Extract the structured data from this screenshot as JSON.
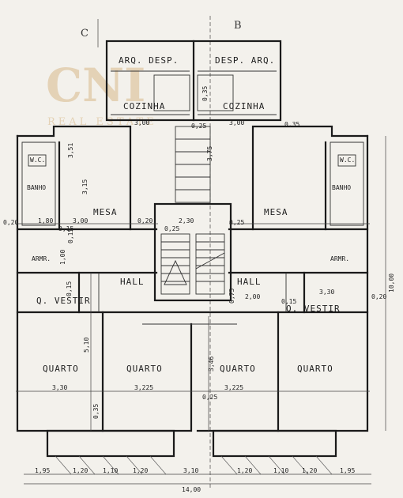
{
  "watermark": {
    "logo_text": "CNI",
    "subtitle": "REAL ESTATE"
  },
  "axis_labels": {
    "left": "C",
    "right": "B"
  },
  "rooms": {
    "serv_left": "ARQ. DESP.",
    "serv_right": "DESP. ARQ.",
    "cozinha_left": "COZINHA",
    "cozinha_right": "COZINHA",
    "wc_left": "W.C.",
    "wc_right": "W.C.",
    "banho_left": "BANHO",
    "banho_right": "BANHO",
    "mesa_left": "MESA",
    "mesa_right": "MESA",
    "armr_left": "ARMR.",
    "armr_right": "ARMR.",
    "hall_left": "HALL",
    "hall_right": "HALL",
    "vestir_left": "Q. VESTIR",
    "vestir_right": "Q. VESTIR",
    "quarto_1": "QUARTO",
    "quarto_2": "QUARTO",
    "quarto_3": "QUARTO",
    "quarto_4": "QUARTO"
  },
  "dimensions": {
    "d_300_a": "3,00",
    "d_300_b": "3,00",
    "d_300_c": "3,00",
    "d_025_a": "0,25",
    "d_035_a": "0,35",
    "d_035_b": "0,35",
    "d_351": "3,51",
    "d_375": "3,75",
    "d_315": "3,15",
    "d_180": "1,80",
    "d_020_a": "0,20",
    "d_020_b": "0,20",
    "d_020_c": "0,20",
    "d_015_a": "0,15",
    "d_015_b": "0,15",
    "d_015_c": "0,15",
    "d_015_d": "0,15",
    "d_230": "2,30",
    "d_025_b": "0,25",
    "d_025_c": "0,25",
    "d_100": "1,00",
    "d_075": "0,75",
    "d_200": "2,00",
    "d_330_a": "3,30",
    "d_330_b": "3,30",
    "d_510": "5,10",
    "d_3225_a": "3,225",
    "d_3225_b": "3,225",
    "d_346": "3,46",
    "d_035_c": "0,35",
    "d_025_d": "0,25",
    "d_1000": "10,00",
    "b_195_a": "1,95",
    "b_120_a": "1,20",
    "b_110_a": "1,10",
    "b_120_b": "1,20",
    "b_310": "3,10",
    "b_120_c": "1,20",
    "b_110_b": "1,10",
    "b_120_d": "1,20",
    "b_195_b": "1,95",
    "total": "14,00"
  }
}
